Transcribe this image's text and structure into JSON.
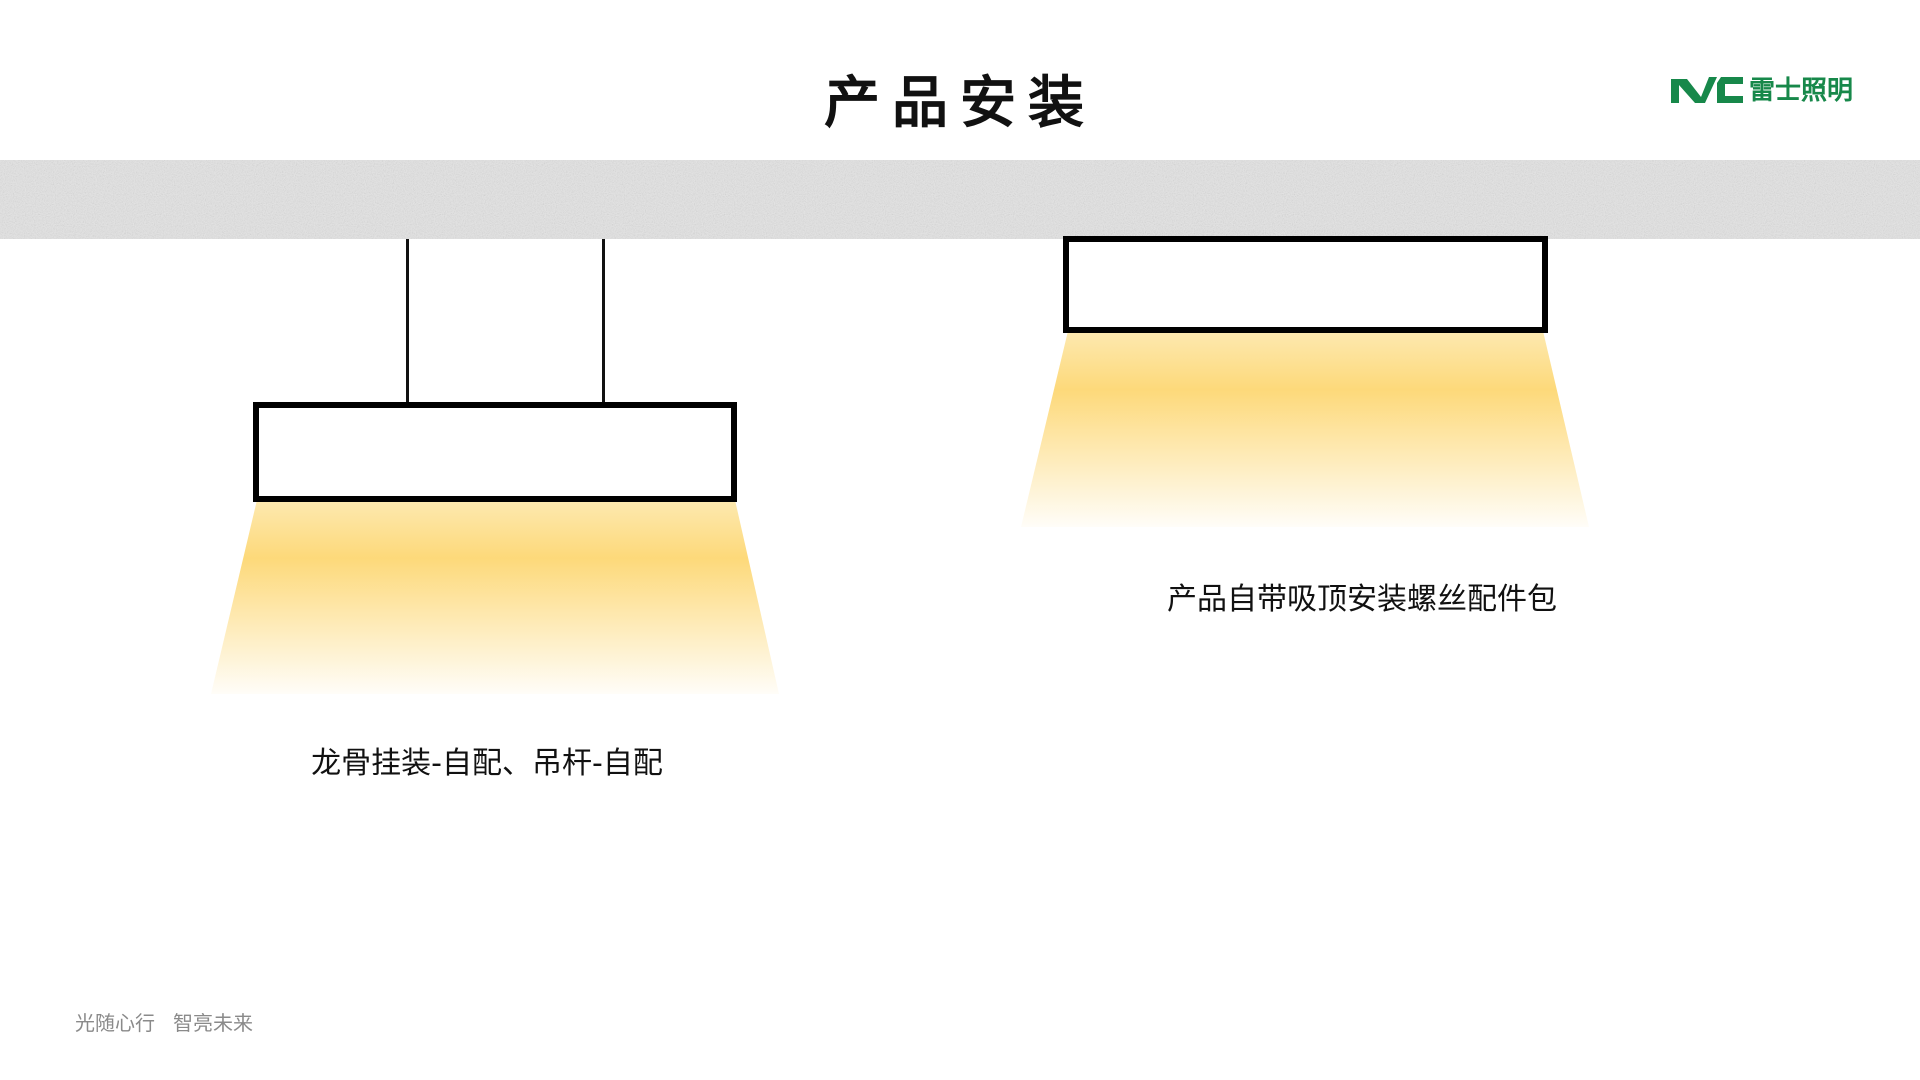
{
  "title": "产品安装",
  "logo": {
    "mark": "NVC",
    "name": "雷士照明",
    "color": "#17884a"
  },
  "installs": [
    {
      "label": "龙骨挂装-自配、吊杆-自配"
    },
    {
      "label": "产品自带吸顶安装螺丝配件包"
    }
  ],
  "footer": {
    "slogan_1": "光随心行",
    "slogan_2": "智亮未来"
  },
  "colors": {
    "beam": "#fdd97a",
    "frame": "#000000"
  }
}
